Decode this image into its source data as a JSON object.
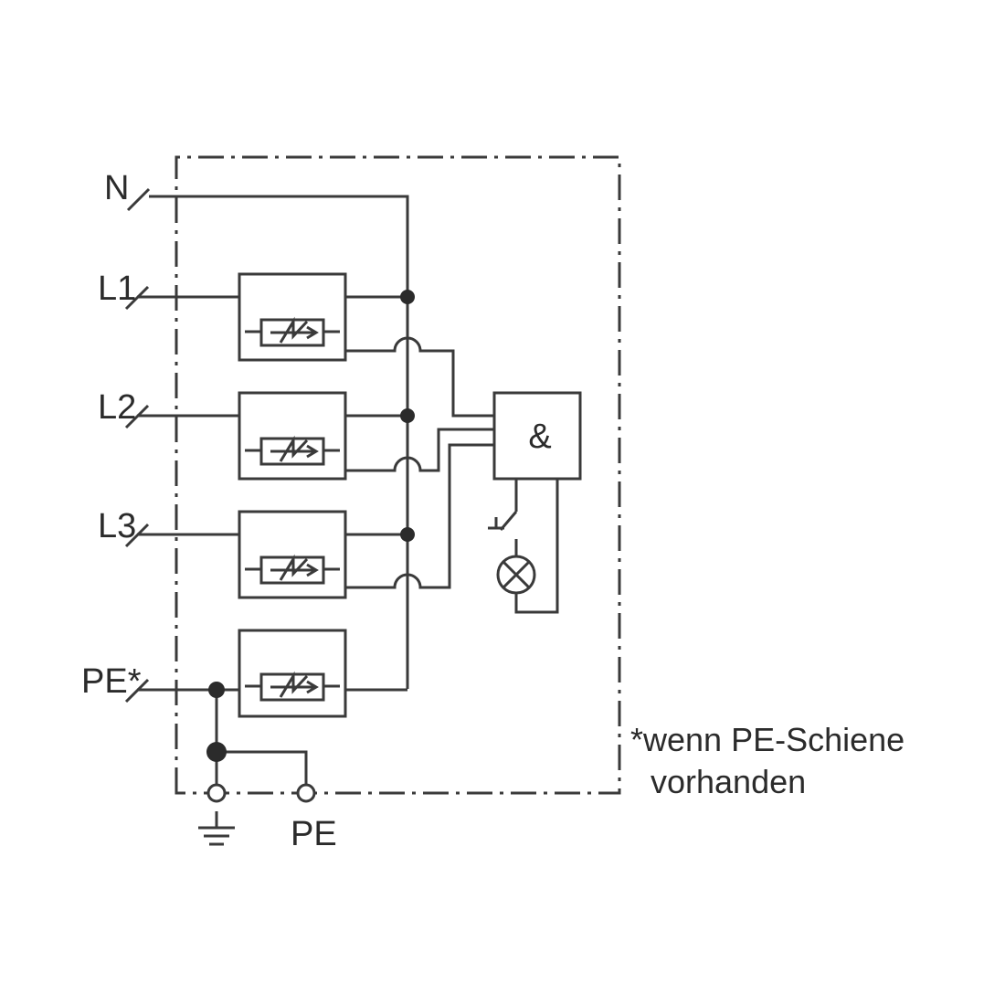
{
  "inputs": {
    "n": "N",
    "l1": "L1",
    "l2": "L2",
    "l3": "L3",
    "pe_star": "PE*"
  },
  "gate_symbol": "&",
  "terminals": {
    "pe": "PE",
    "earth_icon": "earth-ground-symbol"
  },
  "footnote": {
    "line1": "*wenn PE-Schiene",
    "line2": "vorhanden"
  },
  "colors": {
    "line": "#3a3a3a",
    "text": "#2b2b2b",
    "background": "#ffffff"
  }
}
